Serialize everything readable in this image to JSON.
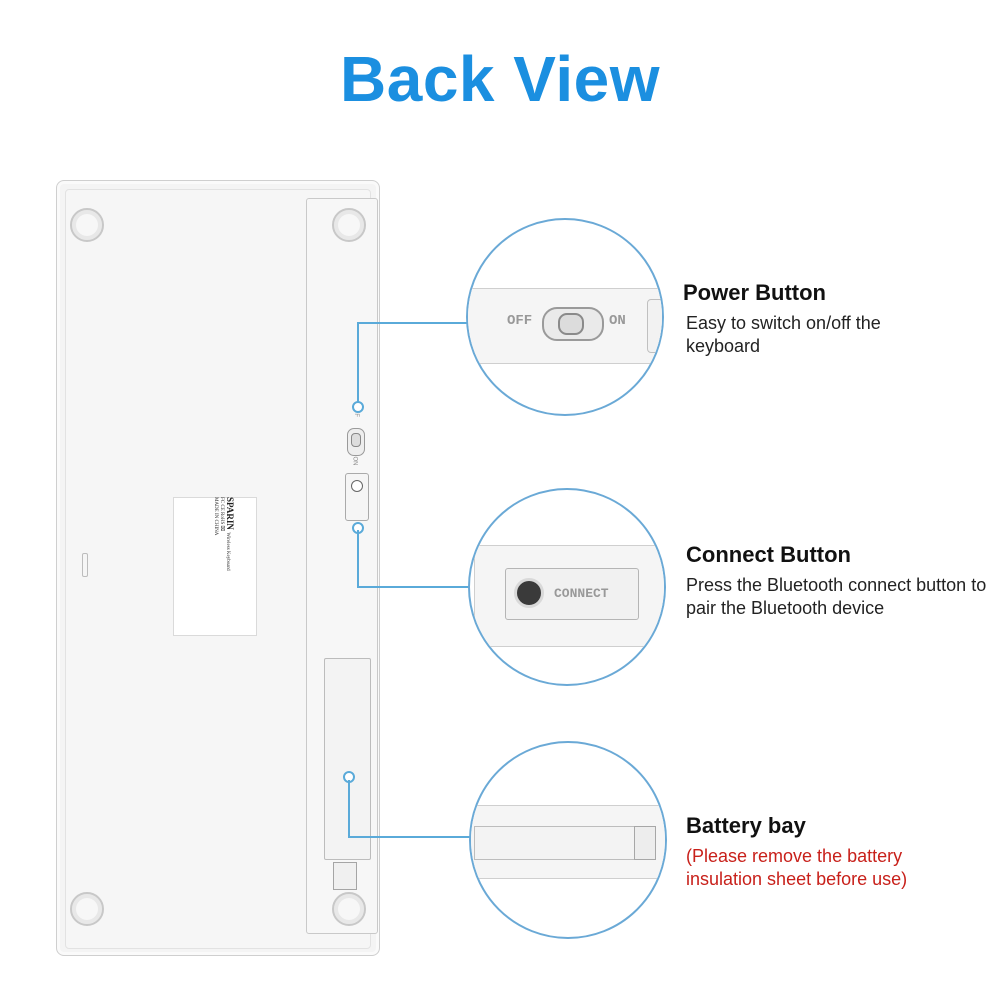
{
  "title": "Back View",
  "sticker": {
    "brand": "SPARIN",
    "product": "Wireless Keyboard",
    "origin": "MADE IN CHINA",
    "marks": "FC  CE  RoHS  ⌧"
  },
  "device_labels": {
    "switch_off": "OFF",
    "switch_on": "ON",
    "connect_label": "CONNECT"
  },
  "features": [
    {
      "heading": "Power Button",
      "description": "Easy to switch on/off the keyboard"
    },
    {
      "heading": "Connect Button",
      "description": "Press the Bluetooth connect button to pair the Bluetooth device"
    },
    {
      "heading": "Battery bay",
      "description": "(Please remove the battery insulation sheet before use)"
    }
  ],
  "colors": {
    "title": "#1b8fe0",
    "callout_line": "#5aaad9",
    "warning_text": "#c8201a"
  }
}
